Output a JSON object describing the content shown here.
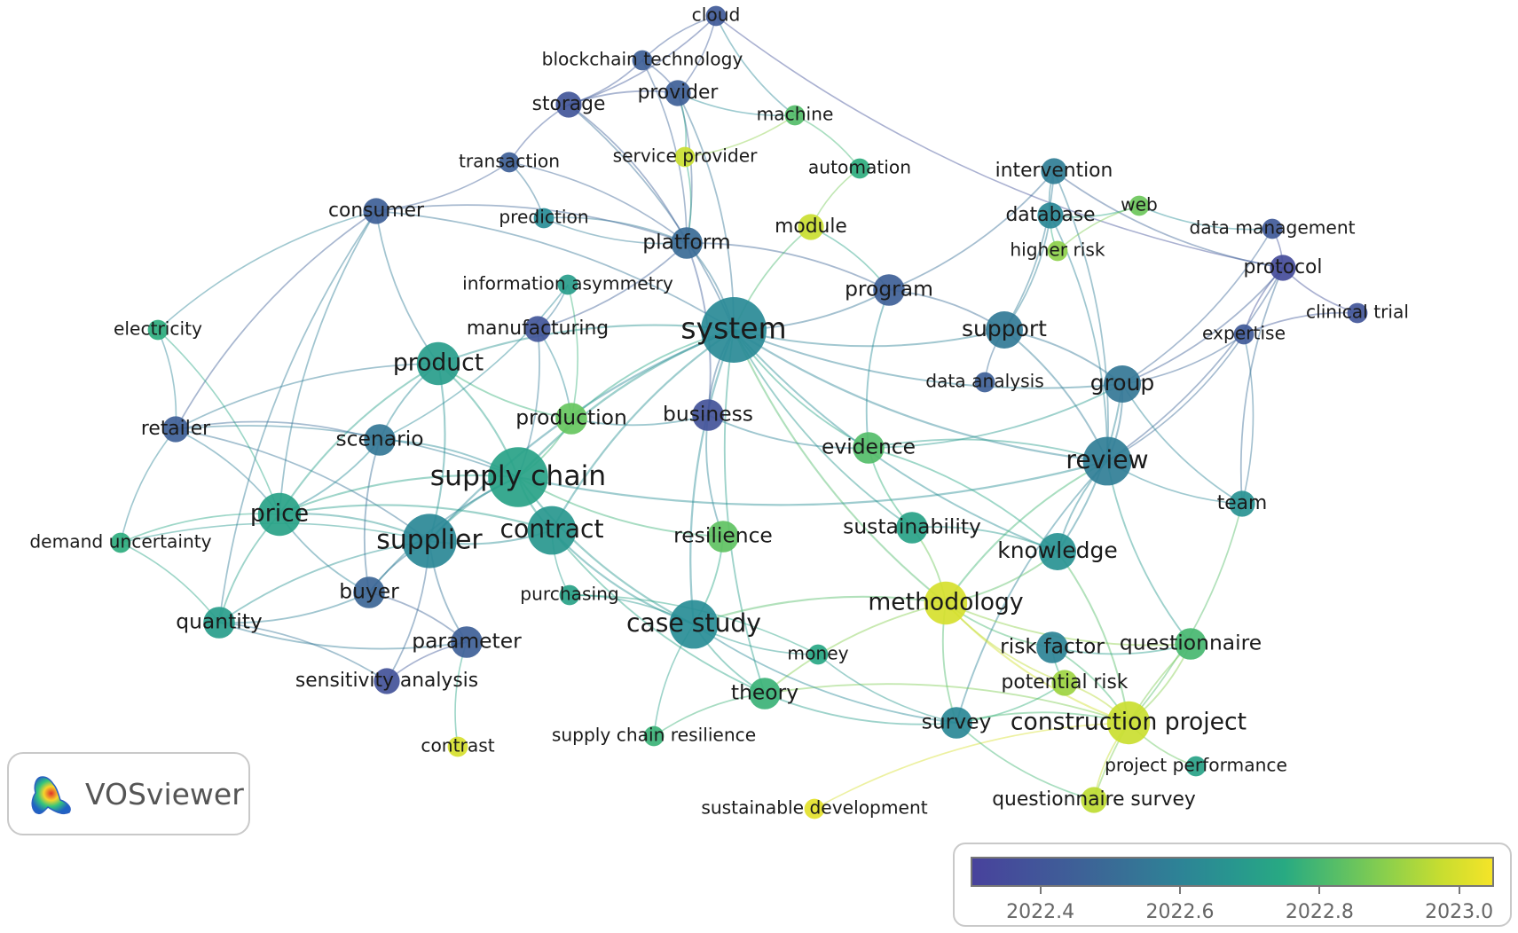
{
  "app": {
    "name": "VOSviewer"
  },
  "legend": {
    "min": 2022.3,
    "max": 2023.05,
    "ticks": [
      {
        "value": 2022.4,
        "label": "2022.4"
      },
      {
        "value": 2022.6,
        "label": "2022.6"
      },
      {
        "value": 2022.8,
        "label": "2022.8"
      },
      {
        "value": 2023.0,
        "label": "2023.0"
      }
    ]
  },
  "nodes": [
    {
      "id": "system",
      "label": "system",
      "score": 2022.63,
      "weight": 10
    },
    {
      "id": "supply_chain",
      "label": "supply chain",
      "score": 2022.72,
      "weight": 9
    },
    {
      "id": "supplier",
      "label": "supplier",
      "score": 2022.62,
      "weight": 8
    },
    {
      "id": "contract",
      "label": "contract",
      "score": 2022.68,
      "weight": 7
    },
    {
      "id": "review",
      "label": "review",
      "score": 2022.58,
      "weight": 7
    },
    {
      "id": "case_study",
      "label": "case study",
      "score": 2022.64,
      "weight": 7
    },
    {
      "id": "price",
      "label": "price",
      "score": 2022.72,
      "weight": 6
    },
    {
      "id": "product",
      "label": "product",
      "score": 2022.7,
      "weight": 6
    },
    {
      "id": "methodology",
      "label": "methodology",
      "score": 2023.0,
      "weight": 6
    },
    {
      "id": "construction_project",
      "label": "construction project",
      "score": 2022.98,
      "weight": 6
    },
    {
      "id": "knowledge",
      "label": "knowledge",
      "score": 2022.66,
      "weight": 5
    },
    {
      "id": "group",
      "label": "group",
      "score": 2022.55,
      "weight": 5
    },
    {
      "id": "support",
      "label": "support",
      "score": 2022.56,
      "weight": 5
    },
    {
      "id": "program",
      "label": "program",
      "score": 2022.45,
      "weight": 4
    },
    {
      "id": "platform",
      "label": "platform",
      "score": 2022.5,
      "weight": 4
    },
    {
      "id": "production",
      "label": "production",
      "score": 2022.85,
      "weight": 4
    },
    {
      "id": "business",
      "label": "business",
      "score": 2022.38,
      "weight": 4
    },
    {
      "id": "evidence",
      "label": "evidence",
      "score": 2022.82,
      "weight": 4
    },
    {
      "id": "sustainability",
      "label": "sustainability",
      "score": 2022.72,
      "weight": 4
    },
    {
      "id": "resilience",
      "label": "resilience",
      "score": 2022.84,
      "weight": 4
    },
    {
      "id": "theory",
      "label": "theory",
      "score": 2022.78,
      "weight": 4
    },
    {
      "id": "questionnaire",
      "label": "questionnaire",
      "score": 2022.8,
      "weight": 4
    },
    {
      "id": "risk_factor",
      "label": "risk factor",
      "score": 2022.6,
      "weight": 4
    },
    {
      "id": "survey",
      "label": "survey",
      "score": 2022.62,
      "weight": 4
    },
    {
      "id": "parameter",
      "label": "parameter",
      "score": 2022.45,
      "weight": 4
    },
    {
      "id": "buyer",
      "label": "buyer",
      "score": 2022.48,
      "weight": 4
    },
    {
      "id": "quantity",
      "label": "quantity",
      "score": 2022.7,
      "weight": 4
    },
    {
      "id": "scenario",
      "label": "scenario",
      "score": 2022.55,
      "weight": 4
    },
    {
      "id": "retailer",
      "label": "retailer",
      "score": 2022.45,
      "weight": 3
    },
    {
      "id": "consumer",
      "label": "consumer",
      "score": 2022.45,
      "weight": 3
    },
    {
      "id": "storage",
      "label": "storage",
      "score": 2022.4,
      "weight": 3
    },
    {
      "id": "provider",
      "label": "provider",
      "score": 2022.45,
      "weight": 3
    },
    {
      "id": "intervention",
      "label": "intervention",
      "score": 2022.58,
      "weight": 3
    },
    {
      "id": "database",
      "label": "database",
      "score": 2022.62,
      "weight": 3
    },
    {
      "id": "protocol",
      "label": "protocol",
      "score": 2022.35,
      "weight": 3
    },
    {
      "id": "team",
      "label": "team",
      "score": 2022.66,
      "weight": 3
    },
    {
      "id": "expertise",
      "label": "expertise",
      "score": 2022.42,
      "weight": 2
    },
    {
      "id": "manufacturing",
      "label": "manufacturing",
      "score": 2022.4,
      "weight": 3
    },
    {
      "id": "data_analysis",
      "label": "data analysis",
      "score": 2022.45,
      "weight": 2
    },
    {
      "id": "potential_risk",
      "label": "potential risk",
      "score": 2022.92,
      "weight": 3
    },
    {
      "id": "questionnaire_survey",
      "label": "questionnaire survey",
      "score": 2022.96,
      "weight": 3
    },
    {
      "id": "project_performance",
      "label": "project performance",
      "score": 2022.72,
      "weight": 2
    },
    {
      "id": "sensitivity_analysis",
      "label": "sensitivity analysis",
      "score": 2022.38,
      "weight": 3
    },
    {
      "id": "purchasing",
      "label": "purchasing",
      "score": 2022.72,
      "weight": 2
    },
    {
      "id": "money",
      "label": "money",
      "score": 2022.74,
      "weight": 2
    },
    {
      "id": "supply_chain_resilience",
      "label": "supply chain resilience",
      "score": 2022.78,
      "weight": 2
    },
    {
      "id": "contrast",
      "label": "contrast",
      "score": 2023.0,
      "weight": 2
    },
    {
      "id": "sustainable_development",
      "label": "sustainable development",
      "score": 2023.02,
      "weight": 2
    },
    {
      "id": "demand_uncertainty",
      "label": "demand uncertainty",
      "score": 2022.76,
      "weight": 2
    },
    {
      "id": "electricity",
      "label": "electricity",
      "score": 2022.76,
      "weight": 2
    },
    {
      "id": "transaction",
      "label": "transaction",
      "score": 2022.45,
      "weight": 2
    },
    {
      "id": "prediction",
      "label": "prediction",
      "score": 2022.64,
      "weight": 2
    },
    {
      "id": "information_asymmetry",
      "label": "information asymmetry",
      "score": 2022.7,
      "weight": 2
    },
    {
      "id": "service_provider",
      "label": "service provider",
      "score": 2022.98,
      "weight": 2
    },
    {
      "id": "machine",
      "label": "machine",
      "score": 2022.82,
      "weight": 2
    },
    {
      "id": "automation",
      "label": "automation",
      "score": 2022.76,
      "weight": 2
    },
    {
      "id": "module",
      "label": "module",
      "score": 2022.98,
      "weight": 3
    },
    {
      "id": "blockchain_technology",
      "label": "blockchain technology",
      "score": 2022.45,
      "weight": 2
    },
    {
      "id": "cloud",
      "label": "cloud",
      "score": 2022.42,
      "weight": 2
    },
    {
      "id": "web",
      "label": "web",
      "score": 2022.86,
      "weight": 2
    },
    {
      "id": "higher_risk",
      "label": "higher risk",
      "score": 2022.9,
      "weight": 2
    },
    {
      "id": "data_management",
      "label": "data management",
      "score": 2022.42,
      "weight": 2
    },
    {
      "id": "clinical_trial",
      "label": "clinical trial",
      "score": 2022.4,
      "weight": 2
    }
  ],
  "edges": [
    [
      "system",
      "supply_chain"
    ],
    [
      "system",
      "supplier"
    ],
    [
      "system",
      "contract"
    ],
    [
      "system",
      "review"
    ],
    [
      "system",
      "case_study"
    ],
    [
      "system",
      "product"
    ],
    [
      "system",
      "platform"
    ],
    [
      "system",
      "program"
    ],
    [
      "system",
      "support"
    ],
    [
      "system",
      "business"
    ],
    [
      "system",
      "evidence"
    ],
    [
      "system",
      "methodology"
    ],
    [
      "system",
      "knowledge"
    ],
    [
      "system",
      "group"
    ],
    [
      "system",
      "consumer"
    ],
    [
      "system",
      "storage"
    ],
    [
      "system",
      "provider"
    ],
    [
      "system",
      "production"
    ],
    [
      "system",
      "sustainability"
    ],
    [
      "system",
      "theory"
    ],
    [
      "supply_chain",
      "supplier"
    ],
    [
      "supply_chain",
      "contract"
    ],
    [
      "supply_chain",
      "price"
    ],
    [
      "supply_chain",
      "product"
    ],
    [
      "supply_chain",
      "production"
    ],
    [
      "supply_chain",
      "resilience"
    ],
    [
      "supply_chain",
      "case_study"
    ],
    [
      "supply_chain",
      "scenario"
    ],
    [
      "supply_chain",
      "retailer"
    ],
    [
      "supply_chain",
      "buyer"
    ],
    [
      "supply_chain",
      "manufacturing"
    ],
    [
      "supply_chain",
      "review"
    ],
    [
      "supplier",
      "price"
    ],
    [
      "supplier",
      "buyer"
    ],
    [
      "supplier",
      "quantity"
    ],
    [
      "supplier",
      "parameter"
    ],
    [
      "supplier",
      "contract"
    ],
    [
      "supplier",
      "product"
    ],
    [
      "supplier",
      "retailer"
    ],
    [
      "supplier",
      "demand_uncertainty"
    ],
    [
      "contract",
      "price"
    ],
    [
      "contract",
      "case_study"
    ],
    [
      "contract",
      "purchasing"
    ],
    [
      "contract",
      "theory"
    ],
    [
      "review",
      "group"
    ],
    [
      "review",
      "knowledge"
    ],
    [
      "review",
      "team"
    ],
    [
      "review",
      "methodology"
    ],
    [
      "review",
      "evidence"
    ],
    [
      "review",
      "support"
    ],
    [
      "review",
      "protocol"
    ],
    [
      "review",
      "database"
    ],
    [
      "review",
      "intervention"
    ],
    [
      "review",
      "expertise"
    ],
    [
      "review",
      "survey"
    ],
    [
      "review",
      "questionnaire"
    ],
    [
      "methodology",
      "construction_project"
    ],
    [
      "methodology",
      "risk_factor"
    ],
    [
      "methodology",
      "survey"
    ],
    [
      "methodology",
      "questionnaire"
    ],
    [
      "methodology",
      "potential_risk"
    ],
    [
      "methodology",
      "case_study"
    ],
    [
      "methodology",
      "sustainability"
    ],
    [
      "methodology",
      "knowledge"
    ],
    [
      "methodology",
      "theory"
    ],
    [
      "construction_project",
      "questionnaire_survey"
    ],
    [
      "construction_project",
      "project_performance"
    ],
    [
      "construction_project",
      "risk_factor"
    ],
    [
      "construction_project",
      "survey"
    ],
    [
      "construction_project",
      "questionnaire"
    ],
    [
      "construction_project",
      "potential_risk"
    ],
    [
      "construction_project",
      "sustainable_development"
    ],
    [
      "construction_project",
      "theory"
    ],
    [
      "construction_project",
      "knowledge"
    ],
    [
      "construction_project",
      "team"
    ],
    [
      "knowledge",
      "group"
    ],
    [
      "knowledge",
      "sustainability"
    ],
    [
      "knowledge",
      "evidence"
    ],
    [
      "group",
      "support"
    ],
    [
      "group",
      "protocol"
    ],
    [
      "group",
      "expertise"
    ],
    [
      "group",
      "team"
    ],
    [
      "group",
      "data_management"
    ],
    [
      "support",
      "program"
    ],
    [
      "support",
      "database"
    ],
    [
      "support",
      "intervention"
    ],
    [
      "support",
      "data_analysis"
    ],
    [
      "program",
      "platform"
    ],
    [
      "program",
      "module"
    ],
    [
      "program",
      "intervention"
    ],
    [
      "program",
      "evidence"
    ],
    [
      "platform",
      "provider"
    ],
    [
      "platform",
      "storage"
    ],
    [
      "platform",
      "service_provider"
    ],
    [
      "platform",
      "prediction"
    ],
    [
      "platform",
      "consumer"
    ],
    [
      "platform",
      "transaction"
    ],
    [
      "platform",
      "blockchain_technology"
    ],
    [
      "provider",
      "cloud"
    ],
    [
      "provider",
      "blockchain_technology"
    ],
    [
      "provider",
      "storage"
    ],
    [
      "provider",
      "machine"
    ],
    [
      "storage",
      "cloud"
    ],
    [
      "storage",
      "blockchain_technology"
    ],
    [
      "storage",
      "transaction"
    ],
    [
      "cloud",
      "blockchain_technology"
    ],
    [
      "cloud",
      "machine"
    ],
    [
      "cloud",
      "protocol"
    ],
    [
      "consumer",
      "retailer"
    ],
    [
      "consumer",
      "product"
    ],
    [
      "consumer",
      "transaction"
    ],
    [
      "consumer",
      "price"
    ],
    [
      "consumer",
      "electricity"
    ],
    [
      "consumer",
      "quantity"
    ],
    [
      "product",
      "price"
    ],
    [
      "product",
      "retailer"
    ],
    [
      "product",
      "production"
    ],
    [
      "product",
      "scenario"
    ],
    [
      "price",
      "quantity"
    ],
    [
      "price",
      "retailer"
    ],
    [
      "price",
      "demand_uncertainty"
    ],
    [
      "price",
      "buyer"
    ],
    [
      "price",
      "electricity"
    ],
    [
      "price",
      "scenario"
    ],
    [
      "quantity",
      "buyer"
    ],
    [
      "quantity",
      "parameter"
    ],
    [
      "quantity",
      "demand_uncertainty"
    ],
    [
      "parameter",
      "sensitivity_analysis"
    ],
    [
      "parameter",
      "buyer"
    ],
    [
      "parameter",
      "contrast"
    ],
    [
      "sensitivity_analysis",
      "quantity"
    ],
    [
      "sensitivity_analysis",
      "supplier"
    ],
    [
      "case_study",
      "theory"
    ],
    [
      "case_study",
      "money"
    ],
    [
      "case_study",
      "resilience"
    ],
    [
      "case_study",
      "survey"
    ],
    [
      "case_study",
      "supply_chain_resilience"
    ],
    [
      "case_study",
      "purchasing"
    ],
    [
      "theory",
      "supply_chain_resilience"
    ],
    [
      "theory",
      "survey"
    ],
    [
      "production",
      "manufacturing"
    ],
    [
      "production",
      "business"
    ],
    [
      "production",
      "information_asymmetry"
    ],
    [
      "business",
      "evidence"
    ],
    [
      "business",
      "resilience"
    ],
    [
      "business",
      "platform"
    ],
    [
      "evidence",
      "sustainability"
    ],
    [
      "evidence",
      "group"
    ],
    [
      "intervention",
      "database"
    ],
    [
      "intervention",
      "protocol"
    ],
    [
      "database",
      "web"
    ],
    [
      "database",
      "higher_risk"
    ],
    [
      "protocol",
      "clinical_trial"
    ],
    [
      "protocol",
      "data_management"
    ],
    [
      "protocol",
      "expertise"
    ],
    [
      "protocol",
      "team"
    ],
    [
      "team",
      "expertise"
    ],
    [
      "clinical_trial",
      "expertise"
    ],
    [
      "automation",
      "module"
    ],
    [
      "automation",
      "machine"
    ],
    [
      "module",
      "system"
    ],
    [
      "risk_factor",
      "questionnaire"
    ],
    [
      "risk_factor",
      "potential_risk"
    ],
    [
      "questionnaire",
      "questionnaire_survey"
    ],
    [
      "survey",
      "questionnaire_survey"
    ],
    [
      "survey",
      "potential_risk"
    ],
    [
      "scenario",
      "buyer"
    ],
    [
      "scenario",
      "retailer"
    ],
    [
      "scenario",
      "information_asymmetry"
    ],
    [
      "manufacturing",
      "information_asymmetry"
    ],
    [
      "manufacturing",
      "platform"
    ],
    [
      "prediction",
      "transaction"
    ],
    [
      "prediction",
      "platform"
    ],
    [
      "service_provider",
      "provider"
    ],
    [
      "service_provider",
      "machine"
    ],
    [
      "web",
      "data_management"
    ],
    [
      "web",
      "higher_risk"
    ],
    [
      "money",
      "purchasing"
    ],
    [
      "money",
      "survey"
    ],
    [
      "retailer",
      "electricity"
    ],
    [
      "retailer",
      "demand_uncertainty"
    ]
  ]
}
